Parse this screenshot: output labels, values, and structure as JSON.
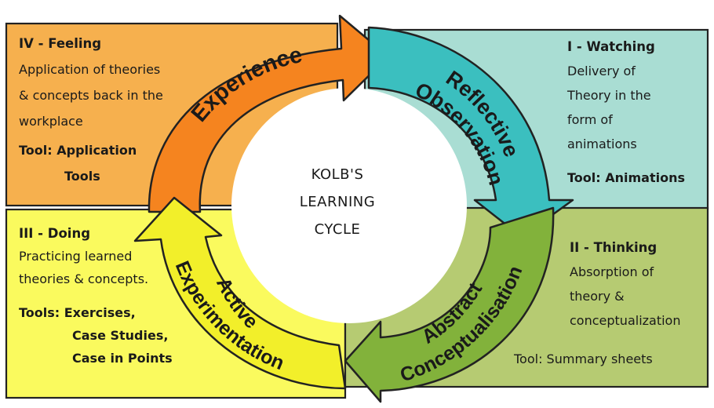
{
  "center": {
    "line1": "KOLB'S",
    "line2": "LEARNING",
    "line3": "CYCLE"
  },
  "quadrants": {
    "feeling": {
      "heading": "IV - Feeling",
      "lines": [
        "Application of theories",
        "& concepts back in the",
        "workplace"
      ],
      "tool_lines": [
        "Tool: Application",
        "Tools"
      ],
      "color": "#f6b04e"
    },
    "watching": {
      "heading": "I - Watching",
      "lines": [
        "Delivery of",
        "Theory in the",
        "form of",
        "animations"
      ],
      "tool_lines": [
        "Tool: Animations"
      ],
      "color": "#a9ddd3"
    },
    "doing": {
      "heading": "III - Doing",
      "lines": [
        "Practicing learned",
        "theories & concepts."
      ],
      "tool_lines": [
        "Tools: Exercises,",
        "Case Studies,",
        "Case in Points"
      ],
      "color": "#fafa5e"
    },
    "thinking": {
      "heading": "II - Thinking",
      "lines": [
        "Absorption of",
        "theory &",
        "conceptualization"
      ],
      "tool_lines": [
        "Tool: Summary sheets"
      ],
      "color": "#b6cb72"
    }
  },
  "arrows": {
    "experience": {
      "lines": [
        "Experience"
      ],
      "color": "#f5841f"
    },
    "reflective": {
      "lines": [
        "Reflective",
        "Observation"
      ],
      "color": "#3bbfbf"
    },
    "abstract": {
      "lines": [
        "Abstract",
        "Conceptualisation"
      ],
      "color": "#82b23b"
    },
    "active": {
      "lines": [
        "Active",
        "Experimentation"
      ],
      "color": "#f2ef2a"
    }
  }
}
